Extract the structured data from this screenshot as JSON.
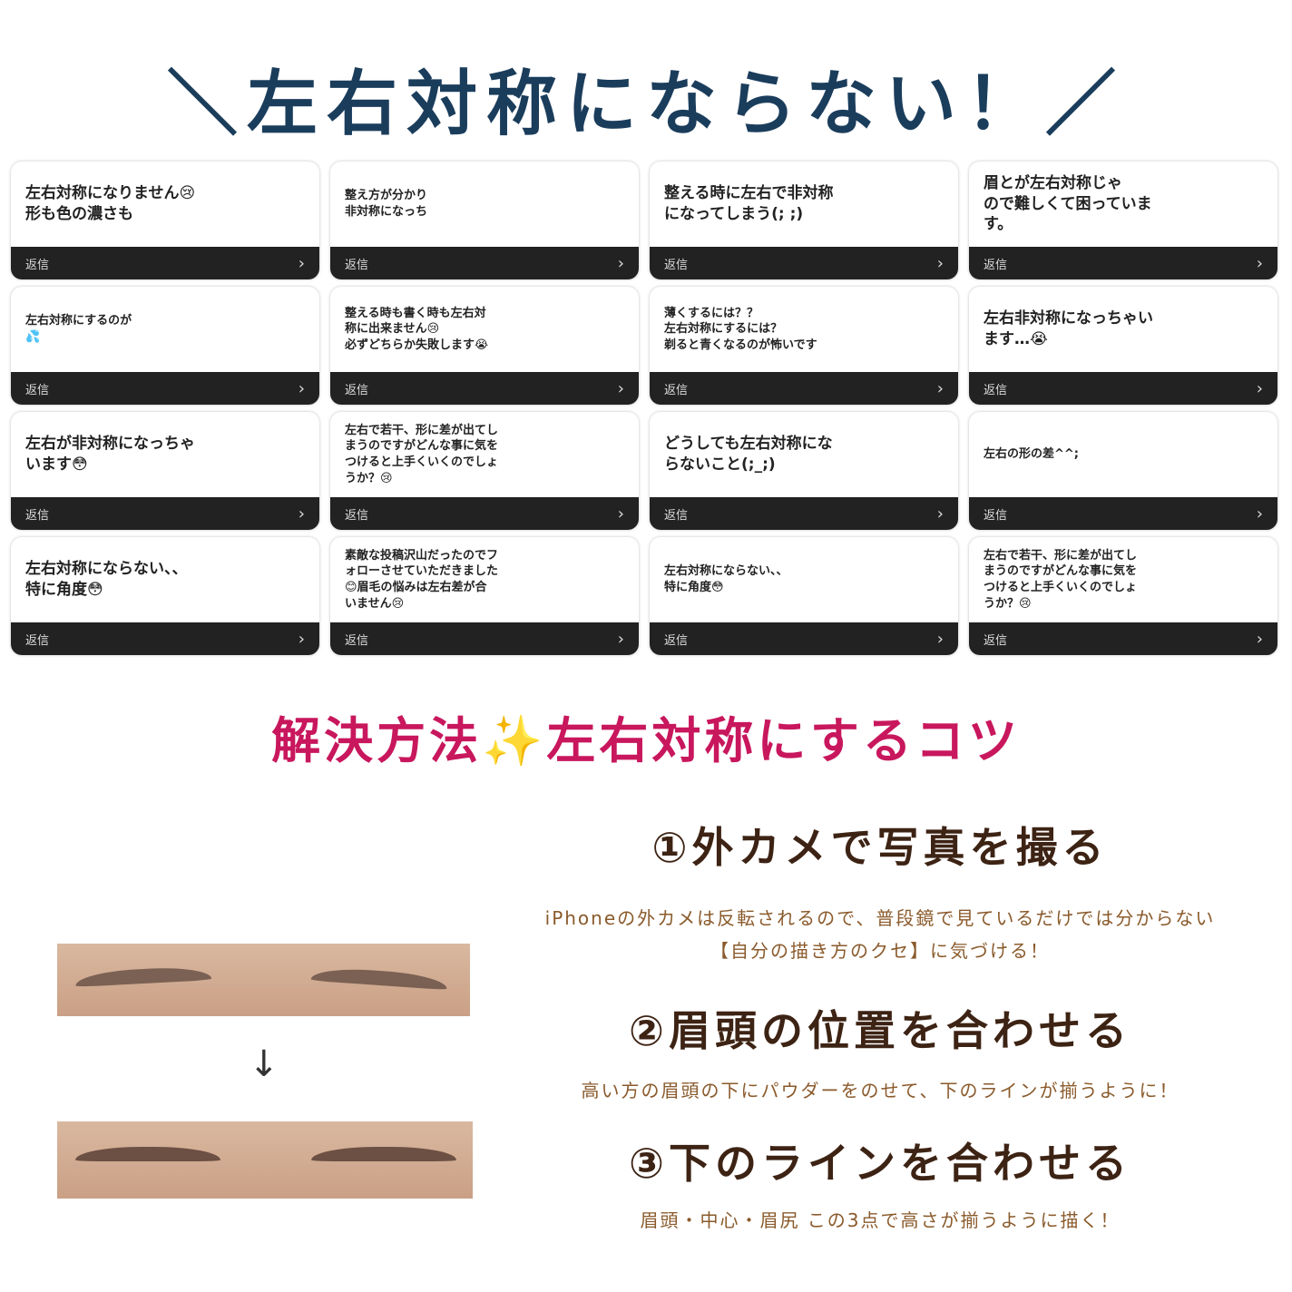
{
  "title": "＼左右対称にならない！／",
  "reply_label": "返信",
  "chevron": "›",
  "cards": [
    {
      "text": "左右対称になりません😢\n形も色の濃さも"
    },
    {
      "text": "整え方が分かり\n非対称になっち"
    },
    {
      "text": "整える時に左右で非対称\nになってしまう(; ;)"
    },
    {
      "text": "眉とが左右対称じゃ\nので難しくて困っていま\nす。"
    },
    {
      "text": "左右対称にするのが\n💦"
    },
    {
      "text": "整える時も書く時も左右対\n称に出来ません😢\n必ずどちらか失敗します😭"
    },
    {
      "text": "薄くするには？？\n左右対称にするには？\n剃ると青くなるのが怖いです"
    },
    {
      "text": "左右非対称になっちゃい\nます…😭"
    },
    {
      "text": "左右が非対称になっちゃ\nいます😳"
    },
    {
      "text": "左右で若干、形に差が出てし\nまうのですがどんな事に気を\nつけると上手くいくのでしょ\nうか？😢"
    },
    {
      "text": "どうしても左右対称にな\nらないこと(;_;)"
    },
    {
      "text": "左右の形の差^^;"
    },
    {
      "text": "左右対称にならない、、\n特に角度😳"
    },
    {
      "text": "素敵な投稿沢山だったのでフ\nォローさせていただきました\n😊眉毛の悩みは左右差が合\nいません😢"
    },
    {
      "text": "左右対称にならない、、\n特に角度😳"
    },
    {
      "text": "左右で若干、形に差が出てし\nまうのですがどんな事に気を\nつけると上手くいくのでしょ\nうか？😢"
    }
  ],
  "solution_heading": "解決方法✨左右対称にするコツ",
  "arrow": "↓",
  "tips": [
    {
      "heading": "①外カメで写真を撮る",
      "text": "iPhoneの外カメは反転されるので、普段鏡で見ているだけでは分からない\n【自分の描き方のクセ】に気づける！"
    },
    {
      "heading": "②眉頭の位置を合わせる",
      "text": "高い方の眉頭の下にパウダーをのせて、下のラインが揃うように！"
    },
    {
      "heading": "③下のラインを合わせる",
      "text": "眉頭・中心・眉尻 この3点で高さが揃うように描く！"
    }
  ],
  "colors": {
    "title": "#1b3d5c",
    "solution": "#c8175d",
    "tip_heading": "#3d2314",
    "tip_text": "#8a5a2b"
  }
}
